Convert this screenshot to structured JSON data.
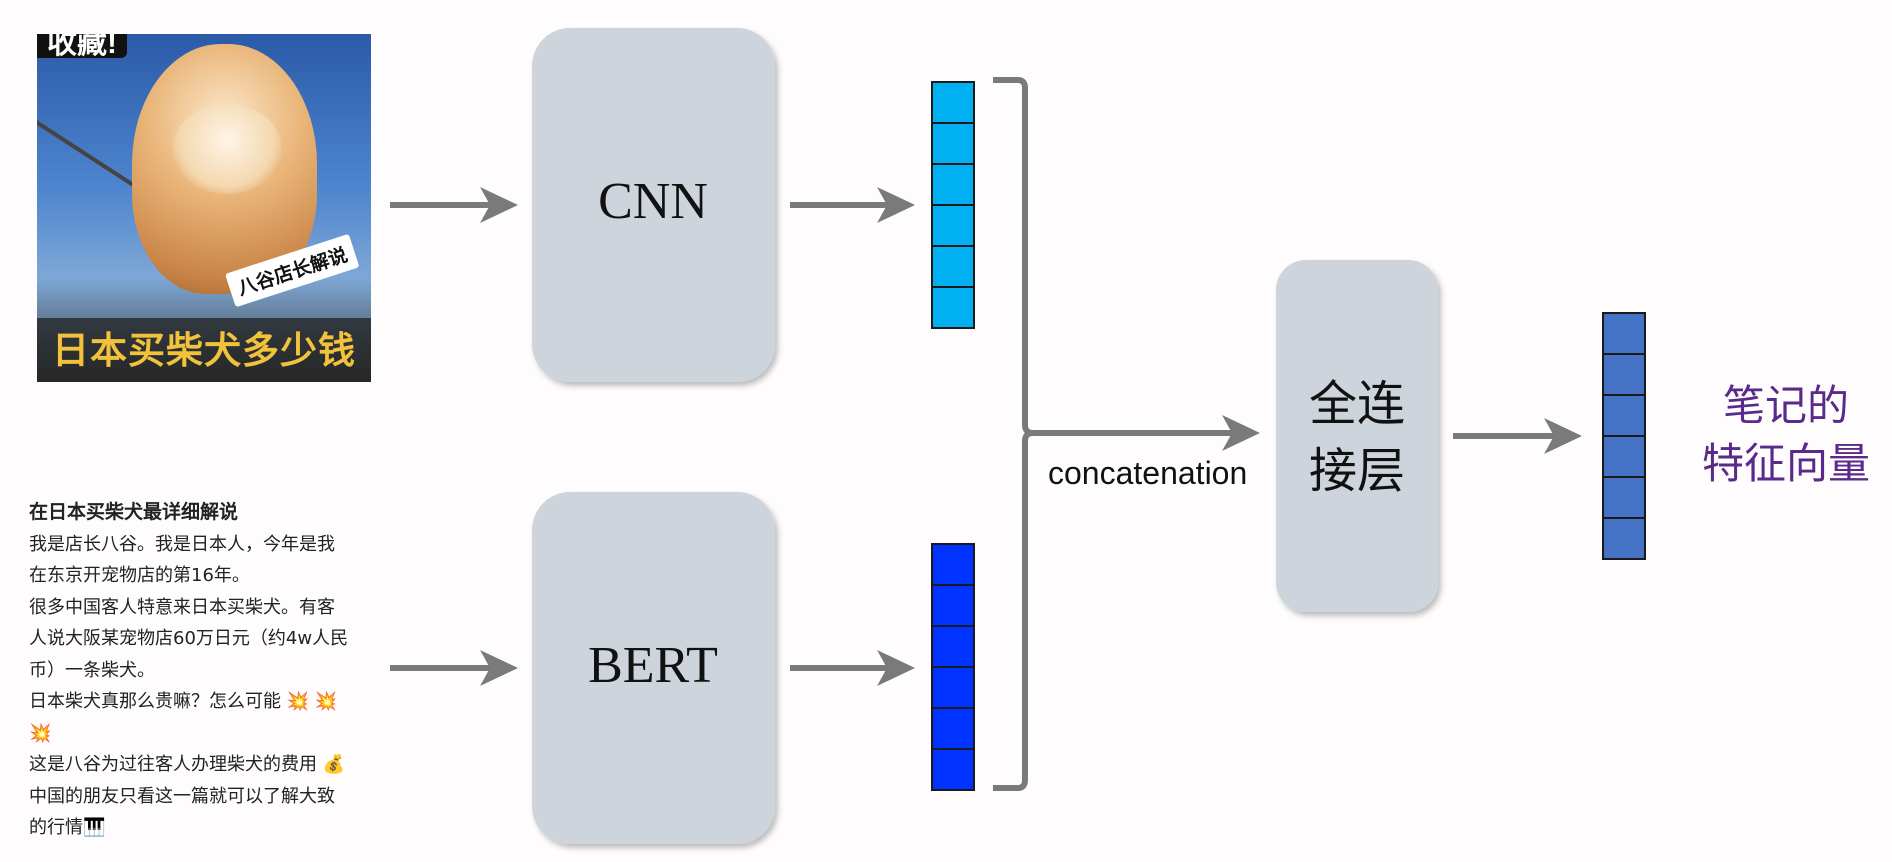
{
  "photo": {
    "top_tag": "收藏!",
    "sticker": "八谷店长解说",
    "caption": "日本买柴犬多少钱"
  },
  "post": {
    "title": "在日本买柴犬最详细解说",
    "lines": [
      "我是店长八谷。我是日本人，今年是我",
      "在东京开宠物店的第16年。",
      "很多中国客人特意来日本买柴犬。有客",
      "人说大阪某宠物店60万日元（约4w人民",
      "币）一条柴犬。",
      "日本柴犬真那么贵嘛？怎么可能 💥 💥",
      "💥",
      "这是八谷为过往客人办理柴犬的费用 💰",
      "中国的朋友只看这一篇就可以了解大致",
      "的行情🎹"
    ]
  },
  "nodes": {
    "cnn": "CNN",
    "bert": "BERT",
    "fc_line1": "全连",
    "fc_line2": "接层",
    "concat": "concatenation",
    "output_line1": "笔记的",
    "output_line2": "特征向量"
  },
  "colors": {
    "box_fill": "#cdd4dc",
    "arrow": "#7a7a7a",
    "image_vector": "#00b0f0",
    "text_vector": "#0033ff",
    "output_vector": "#4472c4",
    "output_label": "#5a2a8a"
  }
}
